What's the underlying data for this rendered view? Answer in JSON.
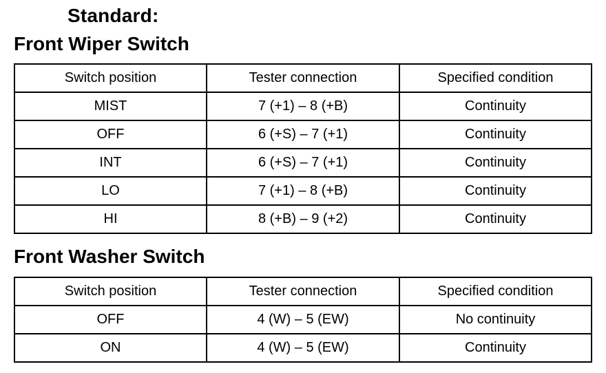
{
  "heading": "Standard:",
  "wiper": {
    "title": "Front Wiper Switch",
    "headers": [
      "Switch position",
      "Tester connection",
      "Specified  condition"
    ],
    "rows": [
      [
        "MIST",
        "7 (+1) – 8 (+B)",
        "Continuity"
      ],
      [
        "OFF",
        "6 (+S) – 7 (+1)",
        "Continuity"
      ],
      [
        "INT",
        "6 (+S) – 7 (+1)",
        "Continuity"
      ],
      [
        "LO",
        "7 (+1) – 8 (+B)",
        "Continuity"
      ],
      [
        "HI",
        "8 (+B) – 9 (+2)",
        "Continuity"
      ]
    ]
  },
  "washer": {
    "title": "Front Washer Switch",
    "headers": [
      "Switch position",
      "Tester connection",
      "Specified  condition"
    ],
    "rows": [
      [
        "OFF",
        "4 (W) – 5 (EW)",
        "No continuity"
      ],
      [
        "ON",
        "4 (W) – 5 (EW)",
        "Continuity"
      ]
    ]
  }
}
